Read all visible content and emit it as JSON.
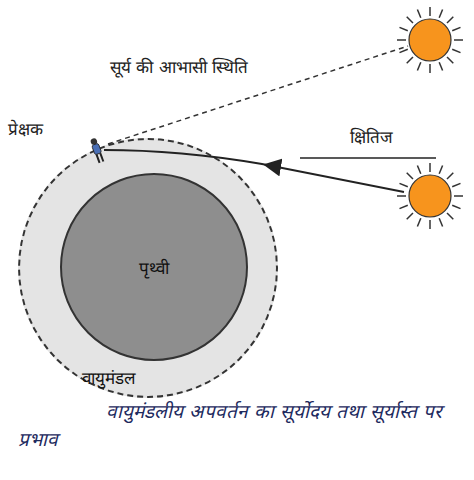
{
  "diagram": {
    "caption": "वायुमंडलीय अपवर्तन का सूर्योदय तथा सूर्यास्त पर प्रभाव",
    "nodes": [
      {
        "text": [
          "वायुमंडल"
        ]
      },
      {
        "text": [
          "पृथ्वी"
        ],
        "in": 0
      }
    ],
    "labels": [
      "सूर्य की आभासी स्थिति",
      "प्रेक्षक",
      "क्षितिज"
    ]
  }
}
